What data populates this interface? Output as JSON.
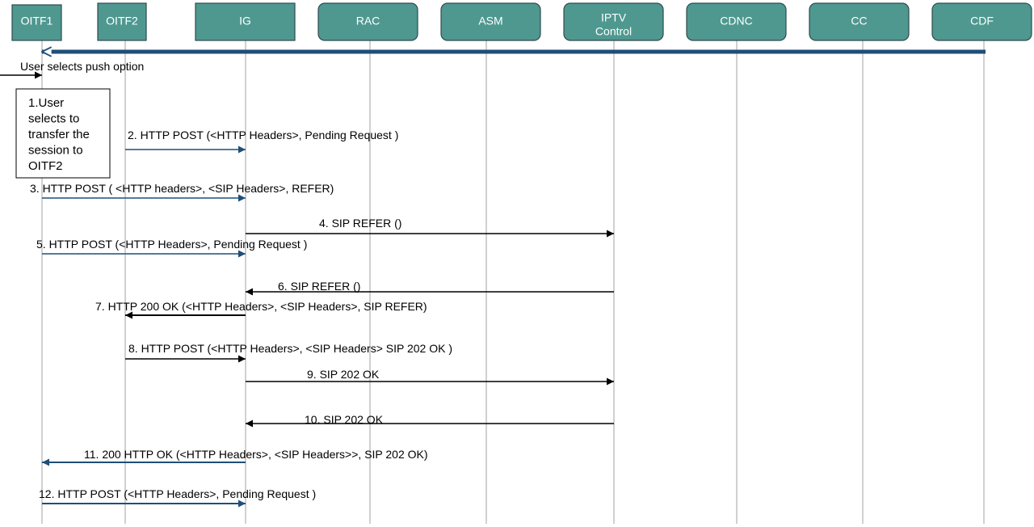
{
  "colors": {
    "head_fill": "#4f9890",
    "head_stroke": "#2e4a4f",
    "lifeline": "#bdbdbd",
    "arrow_blue": "#1f4e79",
    "arrow_black": "#000000",
    "text": "#000000"
  },
  "participants": [
    {
      "id": "oitf1",
      "label": "OITF1"
    },
    {
      "id": "oitf2",
      "label": "OITF2"
    },
    {
      "id": "ig",
      "label": "IG"
    },
    {
      "id": "rac",
      "label": "RAC"
    },
    {
      "id": "asm",
      "label": "ASM"
    },
    {
      "id": "iptv",
      "label": "IPTV\nControl"
    },
    {
      "id": "cdnc",
      "label": "CDNC"
    },
    {
      "id": "cc",
      "label": "CC"
    },
    {
      "id": "cdf",
      "label": "CDF"
    }
  ],
  "push_label": "User selects push option",
  "note": {
    "lines": [
      "1.User",
      "selects to",
      "transfer the",
      "session to",
      "OITF2"
    ]
  },
  "messages": [
    {
      "label": "2. HTTP POST   (<HTTP Headers>, Pending Request )",
      "from": "oitf2",
      "to": "ig",
      "color": "blue"
    },
    {
      "label": "3. HTTP POST ( <HTTP headers>, <SIP Headers>, REFER)",
      "from": "oitf1",
      "to": "ig",
      "color": "blue"
    },
    {
      "label": "4. SIP REFER ()",
      "from": "ig",
      "to": "iptv",
      "color": "black"
    },
    {
      "label": "5. HTTP POST   (<HTTP Headers>, Pending Request )",
      "from": "oitf1",
      "to": "ig",
      "color": "blue"
    },
    {
      "label": "6. SIP REFER ()",
      "from": "iptv",
      "to": "ig",
      "color": "black"
    },
    {
      "label": "7. HTTP 200 OK (<HTTP Headers>, <SIP Headers>, SIP REFER)",
      "from": "ig",
      "to": "oitf2",
      "color": "black"
    },
    {
      "label": "8. HTTP POST (<HTTP Headers>, <SIP Headers> SIP 202 OK )",
      "from": "oitf2",
      "to": "ig",
      "color": "black"
    },
    {
      "label": "9. SIP 202 OK",
      "from": "ig",
      "to": "iptv",
      "color": "black"
    },
    {
      "label": "10. SIP 202 OK",
      "from": "iptv",
      "to": "ig",
      "color": "black"
    },
    {
      "label": "11. 200 HTTP OK (<HTTP Headers>, <SIP Headers>>, SIP 202 OK)",
      "from": "ig",
      "to": "oitf1",
      "color": "blue"
    },
    {
      "label": "12. HTTP POST   (<HTTP Headers>, Pending Request )",
      "from": "oitf1",
      "to": "ig",
      "color": "blue"
    }
  ]
}
